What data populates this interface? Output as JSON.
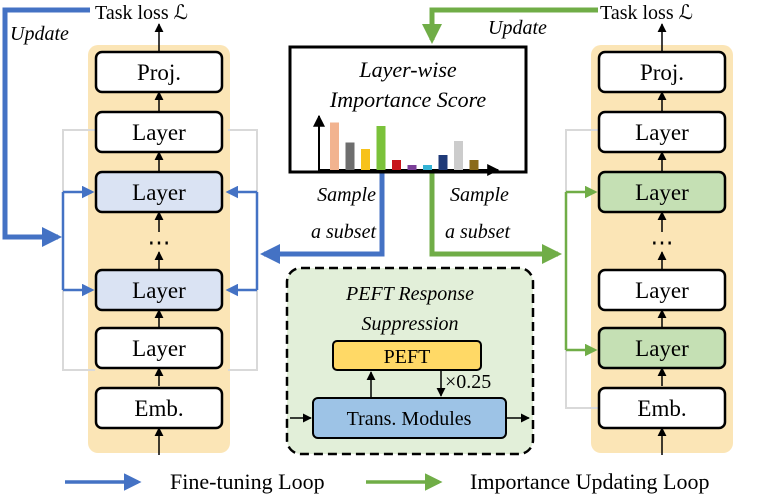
{
  "left_column": {
    "task_loss": "Task loss ℒ",
    "update_label": "Update",
    "blocks": [
      "Proj.",
      "Layer",
      "Layer",
      "⋯",
      "Layer",
      "Layer",
      "Emb."
    ]
  },
  "right_column": {
    "task_loss": "Task loss ℒ",
    "update_label": "Update",
    "blocks": [
      "Proj.",
      "Layer",
      "Layer",
      "⋯",
      "Layer",
      "Layer",
      "Emb."
    ]
  },
  "importance": {
    "title_line1": "Layer-wise",
    "title_line2": "Importance Score",
    "bars": [
      {
        "value": 0.95,
        "color": "#f2b38f"
      },
      {
        "value": 0.55,
        "color": "#6e6e6e"
      },
      {
        "value": 0.42,
        "color": "#f7c21b"
      },
      {
        "value": 0.88,
        "color": "#7bc23a"
      },
      {
        "value": 0.2,
        "color": "#c7161c"
      },
      {
        "value": 0.1,
        "color": "#7b3f98"
      },
      {
        "value": 0.1,
        "color": "#34b3d5"
      },
      {
        "value": 0.3,
        "color": "#1f3a78"
      },
      {
        "value": 0.58,
        "color": "#cccccc"
      },
      {
        "value": 0.2,
        "color": "#8a6a1a"
      }
    ]
  },
  "sample_left": {
    "line1": "Sample",
    "line2": "a subset"
  },
  "sample_right": {
    "line1": "Sample",
    "line2": "a subset"
  },
  "peft_panel": {
    "title_line1": "PEFT Response",
    "title_line2": "Suppression",
    "peft_label": "PEFT",
    "modules_label": "Trans. Modules",
    "scale_label": "×0.25"
  },
  "legend": {
    "fine_tuning": "Fine-tuning Loop",
    "importance_updating": "Importance Updating Loop"
  },
  "colors": {
    "blue": "#4472c4",
    "green": "#70ad47",
    "column_bg": "#fbe5b6",
    "selected_blue": "#dae3f3",
    "selected_green": "#c5e0b4",
    "peft_bg": "#e2efd9",
    "peft_box": "#ffd966",
    "modules_box": "#9dc3e6"
  }
}
